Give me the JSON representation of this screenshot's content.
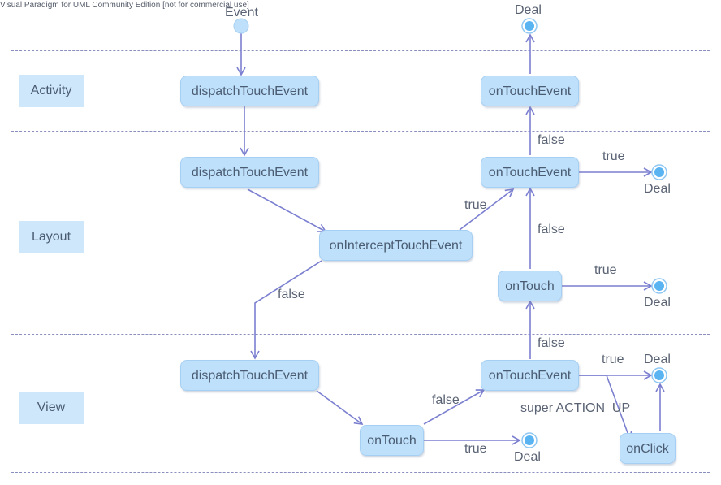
{
  "watermark": "Visual Paradigm for UML Community Edition [not for commercial use]",
  "lanes": {
    "activity": "Activity",
    "layout": "Layout",
    "view": "View"
  },
  "nodes": {
    "activity_dispatch": "dispatchTouchEvent",
    "activity_ontouchevent": "onTouchEvent",
    "layout_dispatch": "dispatchTouchEvent",
    "layout_intercept": "onInterceptTouchEvent",
    "layout_ontouchevent": "onTouchEvent",
    "layout_ontouch": "onTouch",
    "view_dispatch": "dispatchTouchEvent",
    "view_ontouch": "onTouch",
    "view_ontouchevent": "onTouchEvent",
    "view_onclick": "onClick"
  },
  "start": {
    "label": "Event"
  },
  "finals": {
    "activity": "Deal",
    "layout_ontouchevent": "Deal",
    "layout_ontouch": "Deal",
    "view_ontouchevent": "Deal",
    "view_ontouch": "Deal"
  },
  "edge_labels": {
    "intercept_false": "false",
    "intercept_true": "true",
    "layout_ote_false": "false",
    "layout_ote_true": "true",
    "layout_ontouch_false": "false",
    "layout_ontouch_true": "true",
    "view_ote_false": "false",
    "view_ote_true": "true",
    "view_super": "super ACTION_UP",
    "view_ontouch_false": "false",
    "view_ontouch_true": "true"
  },
  "colors": {
    "edge": "#7b7fd0",
    "node_fill": "#bfe0fb",
    "lane_fill": "#cfe7fb",
    "final_dot": "#5ab4f2"
  }
}
